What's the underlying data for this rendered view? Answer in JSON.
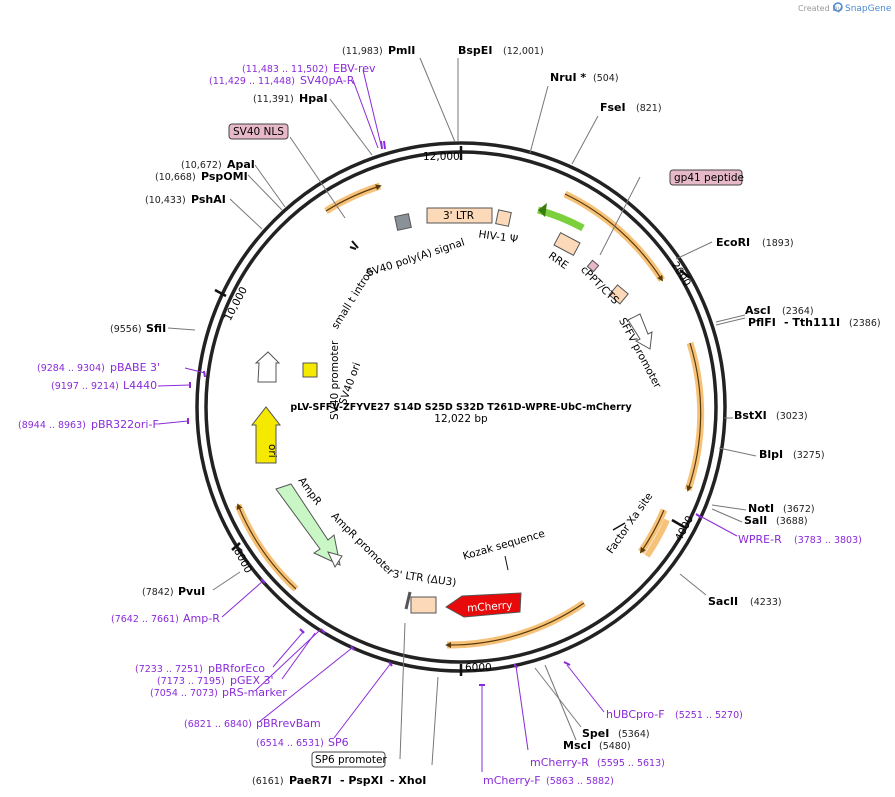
{
  "brand": {
    "created_by": "Created by",
    "app": "SnapGene"
  },
  "plasmid": {
    "name": "pLV-SFFV-ZFYVE27 S14D S25D S32D T261D-WPRE-UbC-mCherry",
    "size": "12,022 bp"
  },
  "ticks": {
    "t12000": "12,000",
    "t2000": "2000",
    "t4000": "4000",
    "t6000": "6000",
    "t8000": "8000",
    "t10000": "10,000"
  },
  "enzymes": {
    "PmlI": {
      "pos": "(11,983)",
      "name": "PmlI"
    },
    "BspEI": {
      "pos": "(12,001)",
      "name": "BspEI"
    },
    "NruI": {
      "pos": "(504)",
      "name": "NruI *"
    },
    "FseI": {
      "pos": "(821)",
      "name": "FseI"
    },
    "EcoRI": {
      "pos": "(1893)",
      "name": "EcoRI"
    },
    "AscI": {
      "pos": "(2364)",
      "name": "AscI"
    },
    "PflFI": {
      "pos": "(2386)",
      "name": "PflFI",
      "name2": "- Tth111I"
    },
    "BstXI": {
      "pos": "(3023)",
      "name": "BstXI"
    },
    "BlpI": {
      "pos": "(3275)",
      "name": "BlpI"
    },
    "NotI": {
      "pos": "(3672)",
      "name": "NotI"
    },
    "SalI": {
      "pos": "(3688)",
      "name": "SalI"
    },
    "SacII": {
      "pos": "(4233)",
      "name": "SacII"
    },
    "SpeI": {
      "pos": "(5364)",
      "name": "SpeI"
    },
    "MscI": {
      "pos": "(5480)",
      "name": "MscI"
    },
    "PaeR7I": {
      "pos": "(6161)",
      "name": "PaeR7I",
      "name2": "- PspXI",
      "name3": "- XhoI"
    },
    "PvuI": {
      "pos": "(7842)",
      "name": "PvuI"
    },
    "SfiI": {
      "pos": "(9556)",
      "name": "SfiI"
    },
    "PshAI": {
      "pos": "(10,433)",
      "name": "PshAI"
    },
    "PspOMI": {
      "pos": "(10,668)",
      "name": "PspOMI"
    },
    "ApaI": {
      "pos": "(10,672)",
      "name": "ApaI"
    },
    "HpaI": {
      "pos": "(11,391)",
      "name": "HpaI"
    }
  },
  "primers": {
    "EBVrev": {
      "pos": "(11,483 .. 11,502)",
      "name": "EBV-rev"
    },
    "SV40pAR": {
      "pos": "(11,429 .. 11,448)",
      "name": "SV40pA-R"
    },
    "WPRER": {
      "pos": "(3783 .. 3803)",
      "name": "WPRE-R"
    },
    "hUBCproF": {
      "pos": "(5251 .. 5270)",
      "name": "hUBCpro-F"
    },
    "mCherryR": {
      "pos": "(5595 .. 5613)",
      "name": "mCherry-R"
    },
    "mCherryF": {
      "pos": "(5863 .. 5882)",
      "name": "mCherry-F"
    },
    "SP6": {
      "pos": "(6514 .. 6531)",
      "name": "SP6"
    },
    "pBRrevBam": {
      "pos": "(6821 .. 6840)",
      "name": "pBRrevBam"
    },
    "pRSmarker": {
      "pos": "(7054 .. 7073)",
      "name": "pRS-marker"
    },
    "pGEX3": {
      "pos": "(7173 .. 7195)",
      "name": "pGEX 3'"
    },
    "pBRforEco": {
      "pos": "(7233 .. 7251)",
      "name": "pBRforEco"
    },
    "AmpR": {
      "pos": "(7642 .. 7661)",
      "name": "Amp-R"
    },
    "pBR322oriF": {
      "pos": "(8944 .. 8963)",
      "name": "pBR322ori-F"
    },
    "L4440": {
      "pos": "(9197 .. 9214)",
      "name": "L4440"
    },
    "pBABE3": {
      "pos": "(9284 .. 9304)",
      "name": "pBABE 3'"
    }
  },
  "boxes": {
    "sv40nls": "SV40 NLS",
    "gp41": "gp41 peptide",
    "sp6promoter": "SP6 promoter"
  },
  "features": {
    "ltr3": "3' LTR",
    "hiv1psi": "HIV-1 Ψ",
    "sv40polya": "SV40 poly(A) signal",
    "smallt": "small t intron",
    "rre": "RRE",
    "cppt": "cPPT/CTS",
    "sffv": "SFFV promoter",
    "sv40promoter": "SV40 promoter",
    "sv40ori": "SV40 ori",
    "ori": "ori",
    "ampr": "AmpR",
    "amprpromoter": "AmpR promoter",
    "kozak": "Kozak sequence",
    "factorxa": "Factor Xa site",
    "ltr3du3": "3' LTR (ΔU3)",
    "mcherry": "mCherry"
  },
  "colors": {
    "backbone": "#222222",
    "primer": "#8a2bd9",
    "orange_arc": "#f6c27a",
    "ltr_fill": "#fcd9b8",
    "ori_fill": "#f5e900",
    "ampr_fill": "#c8f7c5",
    "mcherry_fill": "#e80a0a",
    "green_arrow": "#7bd03c",
    "box_fill": "#e7b9c8"
  }
}
